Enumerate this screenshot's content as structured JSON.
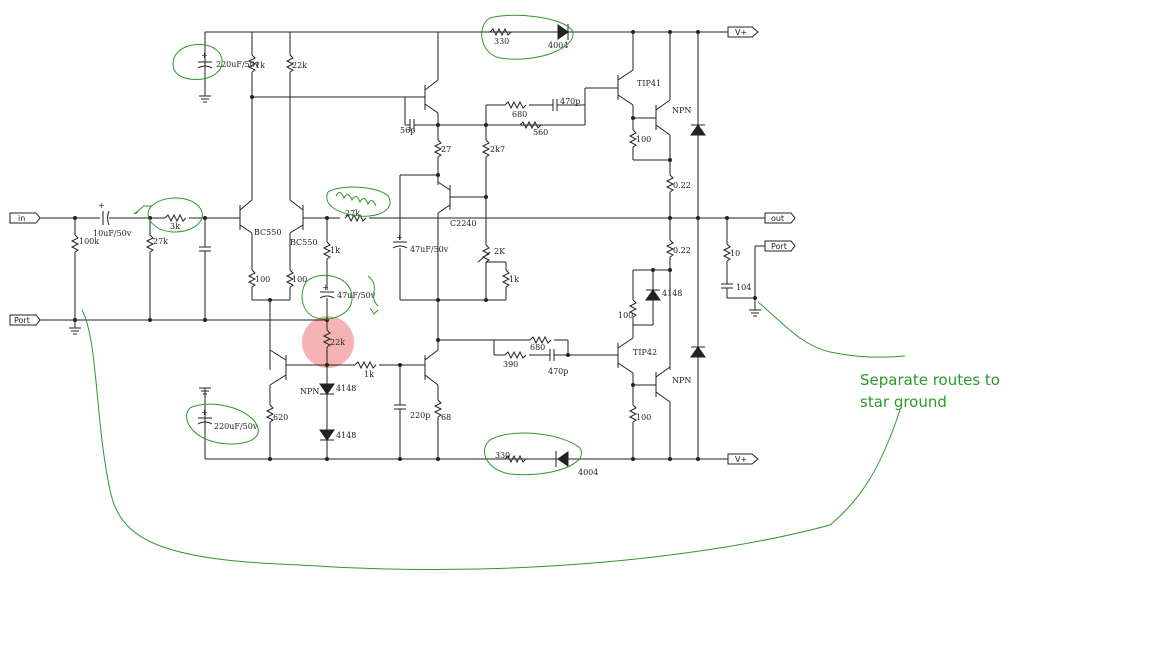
{
  "ports": {
    "in": "in",
    "out": "out",
    "vplus_top": "V+",
    "vplus_bottom": "V+",
    "port_left": "Port",
    "port_right": "Port"
  },
  "labels": {
    "c_top_left": "220uF/50v",
    "r_1k_top": "1k",
    "r_22k_top": "22k",
    "r_330_top": "330",
    "d_4004_top": "4004",
    "q_tip41": "TIP41",
    "q_npn_top": "NPN",
    "r_680_top": "680",
    "c_470p_top": "470p",
    "r_560": "560",
    "c_56p": "56p",
    "r_27": "27",
    "r_2k7": "2k7",
    "r_100_out_top": "100",
    "r_022_top": "0.22",
    "c_input": "10uF/50v",
    "r_27k_in": "27k",
    "r_100k": "100k",
    "r_3k": "3k",
    "q_bc550_left": "BC550",
    "q_bc550_right": "BC550",
    "r_27k_fb": "27k",
    "q_c2240": "C2240",
    "c_47uf_mid": "47uF/50v",
    "r_2k_pot": "2K",
    "r_1k_pot": "1k",
    "r_1k_fb": "1k",
    "c_47uf_fb": "47uF/50v",
    "r_100_diff_l": "100",
    "r_100_diff_r": "100",
    "r_10": "10",
    "c_104": "104",
    "r_022_bot": "0.22",
    "d_4148_bias": "4148",
    "r_100_bias": "100",
    "q_tip42": "TIP42",
    "q_npn_bot": "NPN",
    "r_680_bot": "680",
    "r_390": "390",
    "c_470p_bot": "470p",
    "r_22k_bot": "22k",
    "r_1k_bot": "1k",
    "q_npn_vas": "NPN",
    "d_4148_a": "4148",
    "d_4148_b": "4148",
    "r_620": "620",
    "c_220p": "220p",
    "r_68": "68",
    "c_bot_left": "220uF/50v",
    "r_330_bot": "330",
    "d_4004_bot": "4004",
    "r_100_out_bot": "100"
  },
  "annotation": {
    "line1": "Separate routes to",
    "line2": "star ground",
    "color": "#2a9a2a",
    "highlight_color": "#f4a6a6"
  }
}
